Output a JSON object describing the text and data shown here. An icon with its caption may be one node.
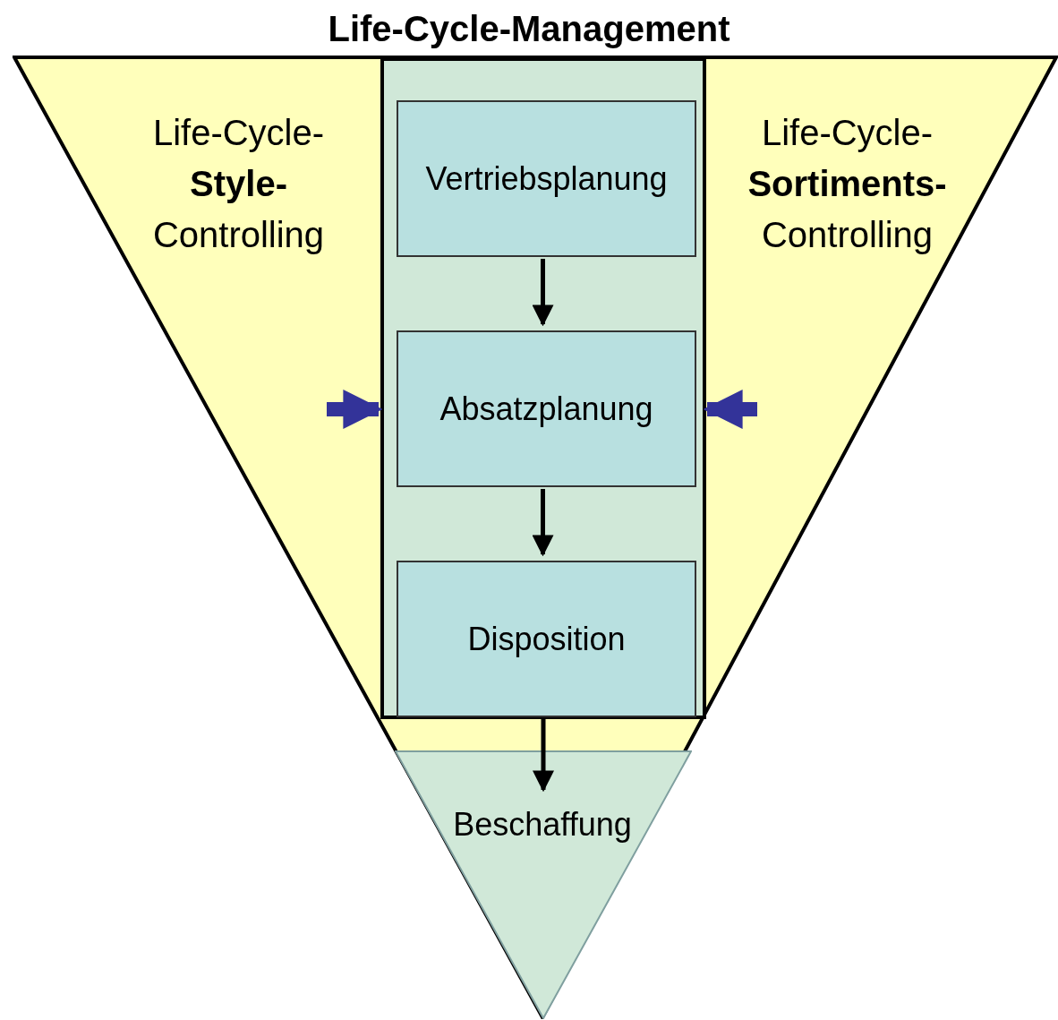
{
  "diagram": {
    "title": "Life-Cycle-Management",
    "nodes": [
      {
        "text": [
          "Life-Cycle- **Style-** Controlling",
          "Life-Cycle- **Sortiments-** Controlling"
        ]
      },
      {
        "text": [],
        "shape": "box",
        "in": 0
      },
      {
        "text": [
          "Vertriebsplanung"
        ],
        "in": 1
      },
      {
        "text": [
          "Absatzplanung"
        ],
        "in": 1
      },
      {
        "text": [
          "Disposition"
        ],
        "in": 1
      },
      {
        "text": [
          "Beschaffung"
        ],
        "in": 0
      }
    ],
    "edges": [
      {
        "from": 2,
        "to": 3,
        "arrow": "to"
      },
      {
        "from": 3,
        "to": 4,
        "arrow": "to"
      },
      {
        "from": 4,
        "to": 5,
        "arrow": "to"
      },
      {
        "from": null,
        "to": 1,
        "arrow": "to",
        "style": "thick",
        "color": "#333399"
      },
      {
        "from": null,
        "to": 1,
        "arrow": "to",
        "style": "thick",
        "color": "#333399"
      }
    ]
  }
}
